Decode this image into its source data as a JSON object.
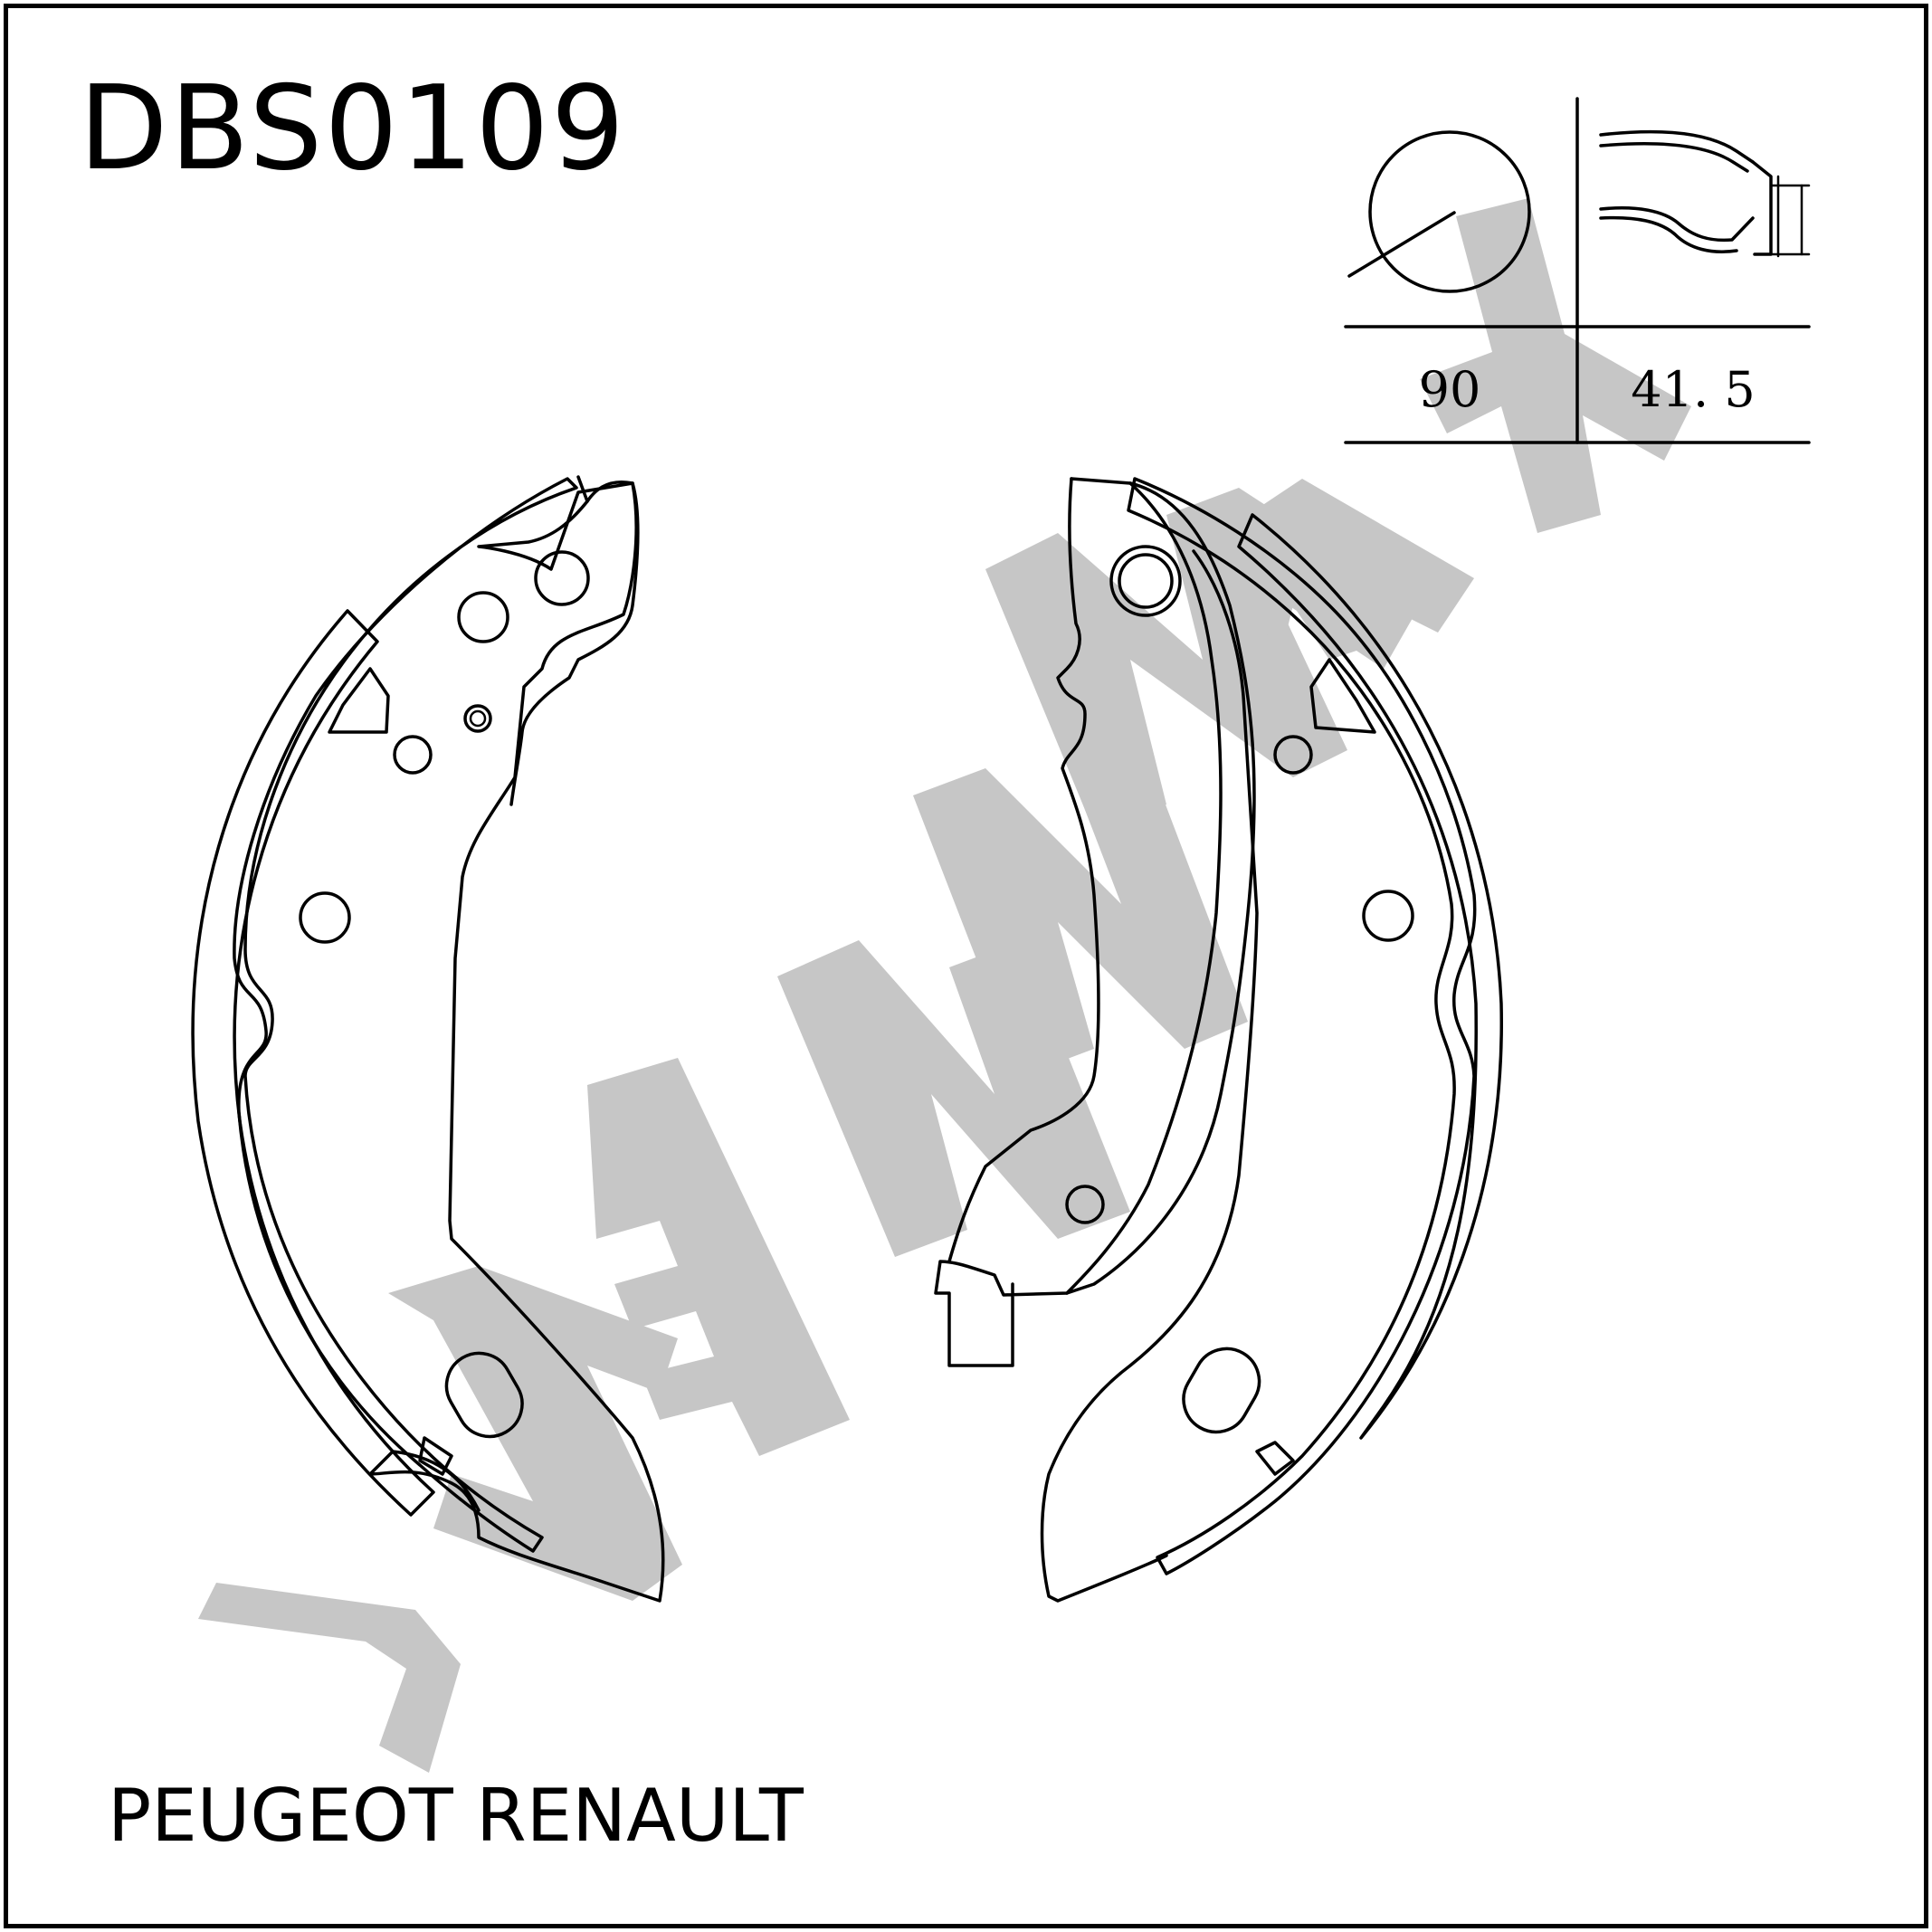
{
  "header": {
    "part_number": "DBS0109"
  },
  "footer": {
    "application": "PEUGEOT RENAULT"
  },
  "dimensions": {
    "diameter": "90",
    "width": "41. 5"
  },
  "watermark": {
    "brand_color": "#c6c6c6"
  },
  "colors": {
    "line": "#000000",
    "background": "#ffffff"
  }
}
